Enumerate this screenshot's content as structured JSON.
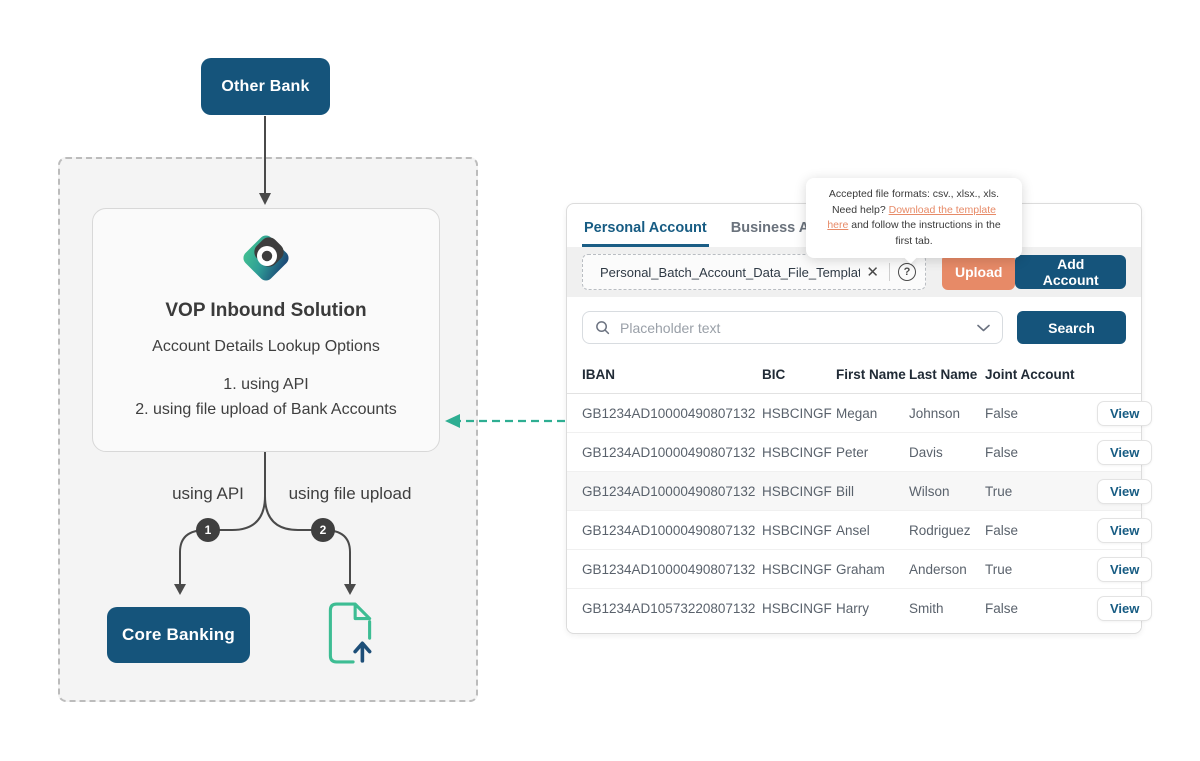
{
  "diagram": {
    "other_bank_label": "Other Bank",
    "solution_card": {
      "title": "VOP Inbound Solution",
      "subtitle": "Account Details Lookup Options",
      "option_1": "1. using API",
      "option_2": "2. using file upload of Bank Accounts"
    },
    "branch_1": {
      "label": "using API",
      "number": "1"
    },
    "branch_2": {
      "label": "using file upload",
      "number": "2"
    },
    "core_banking_label": "Core Banking",
    "icons": {
      "logo": "b-diamond-logo",
      "file_upload": "document-upload-icon"
    }
  },
  "panel": {
    "tabs": [
      {
        "label": "Personal Account",
        "active": true
      },
      {
        "label": "Business Account",
        "active": false
      }
    ],
    "tooltip": {
      "line1": "Accepted file formats: csv., xlsx., xls.",
      "line2_text": "Need help? ",
      "line2_link": "Download the template",
      "line3_link": "here",
      "line3_text": " and follow the instructions in the",
      "line4": "first tab."
    },
    "upload_row": {
      "file_name": "Personal_Batch_Account_Data_File_Template.csv",
      "clear_icon": "✕",
      "help_icon": "?",
      "upload_label": "Upload",
      "add_account_label": "Add Account"
    },
    "search_row": {
      "placeholder": "Placeholder text",
      "search_label": "Search"
    },
    "table": {
      "headers": [
        "IBAN",
        "BIC",
        "First Name",
        "Last Name",
        "Joint Account"
      ],
      "view_label": "View",
      "rows": [
        {
          "iban": "GB1234AD10000490807132",
          "bic": "HSBCINGF",
          "first": "Megan",
          "last": "Johnson",
          "joint": "False",
          "highlight": false
        },
        {
          "iban": "GB1234AD10000490807132",
          "bic": "HSBCINGF",
          "first": "Peter",
          "last": "Davis",
          "joint": "False",
          "highlight": false
        },
        {
          "iban": "GB1234AD10000490807132",
          "bic": "HSBCINGF",
          "first": "Bill",
          "last": "Wilson",
          "joint": "True",
          "highlight": true
        },
        {
          "iban": "GB1234AD10000490807132",
          "bic": "HSBCINGF",
          "first": "Ansel",
          "last": "Rodriguez",
          "joint": "False",
          "highlight": false
        },
        {
          "iban": "GB1234AD10000490807132",
          "bic": "HSBCINGF",
          "first": "Graham",
          "last": "Anderson",
          "joint": "True",
          "highlight": false
        },
        {
          "iban": "GB1234AD10573220807132",
          "bic": "HSBCINGF",
          "first": "Harry",
          "last": "Smith",
          "joint": "False",
          "highlight": false
        }
      ]
    }
  },
  "colors": {
    "navy": "#15547B",
    "tab_active": "#175C83",
    "salmon": "#E78A67",
    "teal_arrow": "#2EAE92",
    "icon_green": "#3DBD93",
    "charcoal": "#3D3D3D"
  }
}
